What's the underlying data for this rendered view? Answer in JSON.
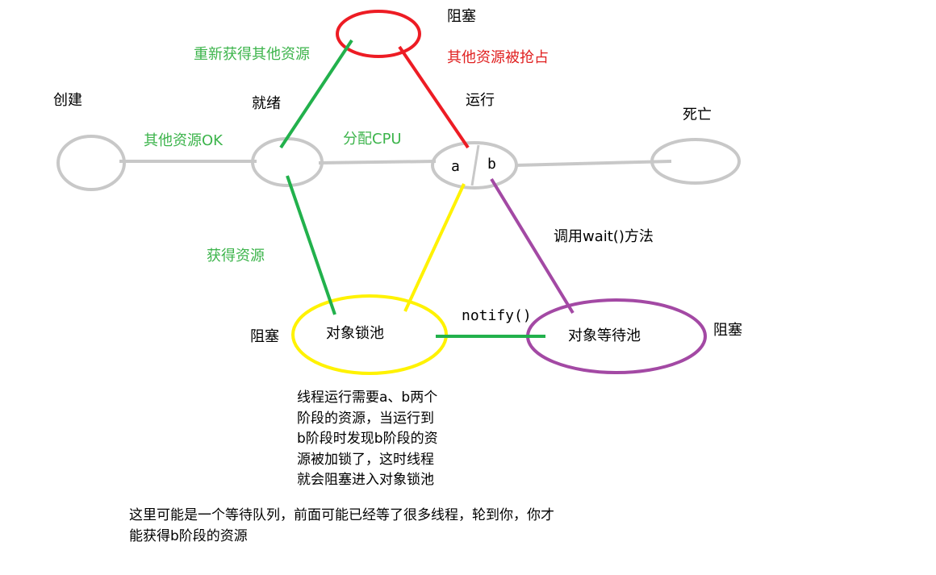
{
  "nodes": {
    "create": "创建",
    "ready": "就绪",
    "running": "运行",
    "dead": "死亡",
    "blocked_top": "阻塞",
    "lock_pool": "对象锁池",
    "lock_pool_state": "阻塞",
    "wait_pool": "对象等待池",
    "wait_pool_state": "阻塞",
    "run_part_a": "a",
    "run_part_b": "b"
  },
  "edges": {
    "other_resources_ok": "其他资源OK",
    "allocate_cpu": "分配CPU",
    "reacquire_resources": "重新获得其他资源",
    "resources_preempted": "其他资源被抢占",
    "acquire_resources": "获得资源",
    "call_wait": "调用wait()方法",
    "notify": "notify()"
  },
  "notes": {
    "lock_pool_note": [
      "线程运行需要a、b两个",
      "阶段的资源，当运行到",
      "b阶段时发现b阶段的资",
      "源被加锁了，这时线程",
      "就会阻塞进入对象锁池"
    ],
    "queue_note": [
      "这里可能是一个等待队列，前面可能已经等了很多线程，轮到你，你才",
      "能获得b阶段的资源"
    ]
  },
  "colors": {
    "state_circle": "#c8c8c8",
    "green_path": "#22b14c",
    "red_path": "#ed1c24",
    "yellow_path": "#fff200",
    "purple_path": "#a349a4",
    "green_text": "#3cb44b",
    "red_text": "#e02020"
  }
}
